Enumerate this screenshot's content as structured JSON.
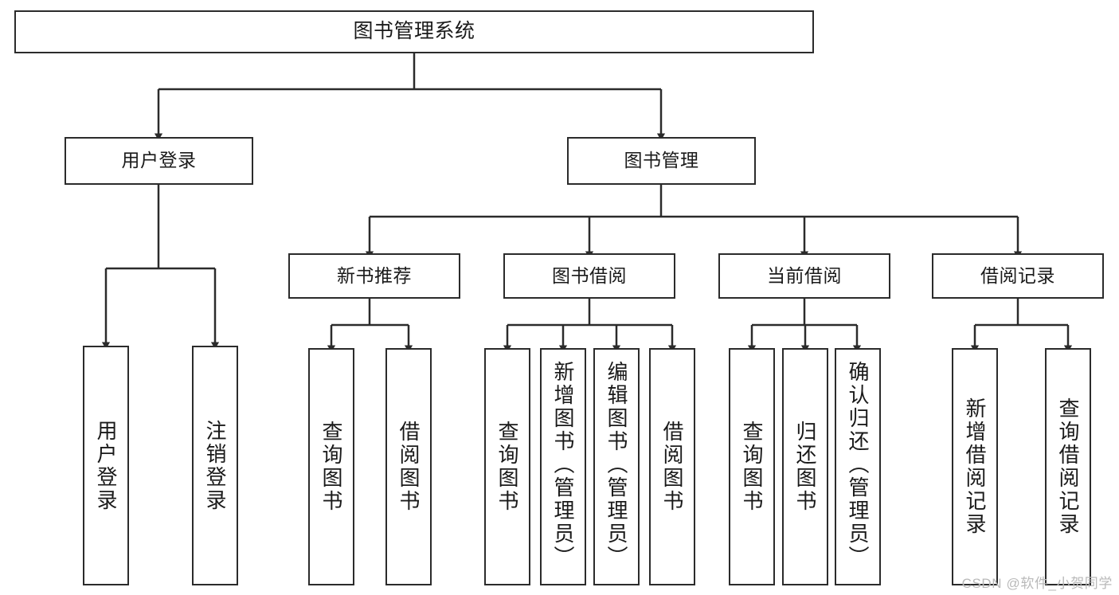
{
  "diagram": {
    "title": "图书管理系统",
    "type": "tree",
    "orientation": "top-down",
    "colors": {
      "box_border": "#2b2b2b",
      "box_fill": "#ffffff",
      "edge": "#2b2b2b",
      "text": "#1a1a1a",
      "watermark": "#b9b9b9",
      "background": "#ffffff"
    }
  },
  "watermark": {
    "text": "CSDN @软件_小贺同学"
  },
  "nodes": {
    "root": {
      "label": "图书管理系统"
    },
    "level2": [
      {
        "label": "用户登录"
      },
      {
        "label": "图书管理"
      }
    ],
    "level3": [
      {
        "label": "新书推荐"
      },
      {
        "label": "图书借阅"
      },
      {
        "label": "当前借阅"
      },
      {
        "label": "借阅记录"
      }
    ],
    "leaves_user_login": [
      {
        "label": "用户登录"
      },
      {
        "label": "注销登录"
      }
    ],
    "leaves_new_books": [
      {
        "label": "查询图书"
      },
      {
        "label": "借阅图书"
      }
    ],
    "leaves_borrow": [
      {
        "label": "查询图书"
      },
      {
        "label": "新增图书（管理员）"
      },
      {
        "label": "编辑图书（管理员）"
      },
      {
        "label": "借阅图书"
      }
    ],
    "leaves_current": [
      {
        "label": "查询图书"
      },
      {
        "label": "归还图书"
      },
      {
        "label": "确认归还（管理员）"
      }
    ],
    "leaves_records": [
      {
        "label": "新增借阅记录"
      },
      {
        "label": "查询借阅记录"
      }
    ]
  },
  "tree_structure": {
    "图书管理系统": {
      "用户登录": [
        "用户登录",
        "注销登录"
      ],
      "图书管理": {
        "新书推荐": [
          "查询图书",
          "借阅图书"
        ],
        "图书借阅": [
          "查询图书",
          "新增图书（管理员）",
          "编辑图书（管理员）",
          "借阅图书"
        ],
        "当前借阅": [
          "查询图书",
          "归还图书",
          "确认归还（管理员）"
        ],
        "借阅记录": [
          "新增借阅记录",
          "查询借阅记录"
        ]
      }
    }
  }
}
